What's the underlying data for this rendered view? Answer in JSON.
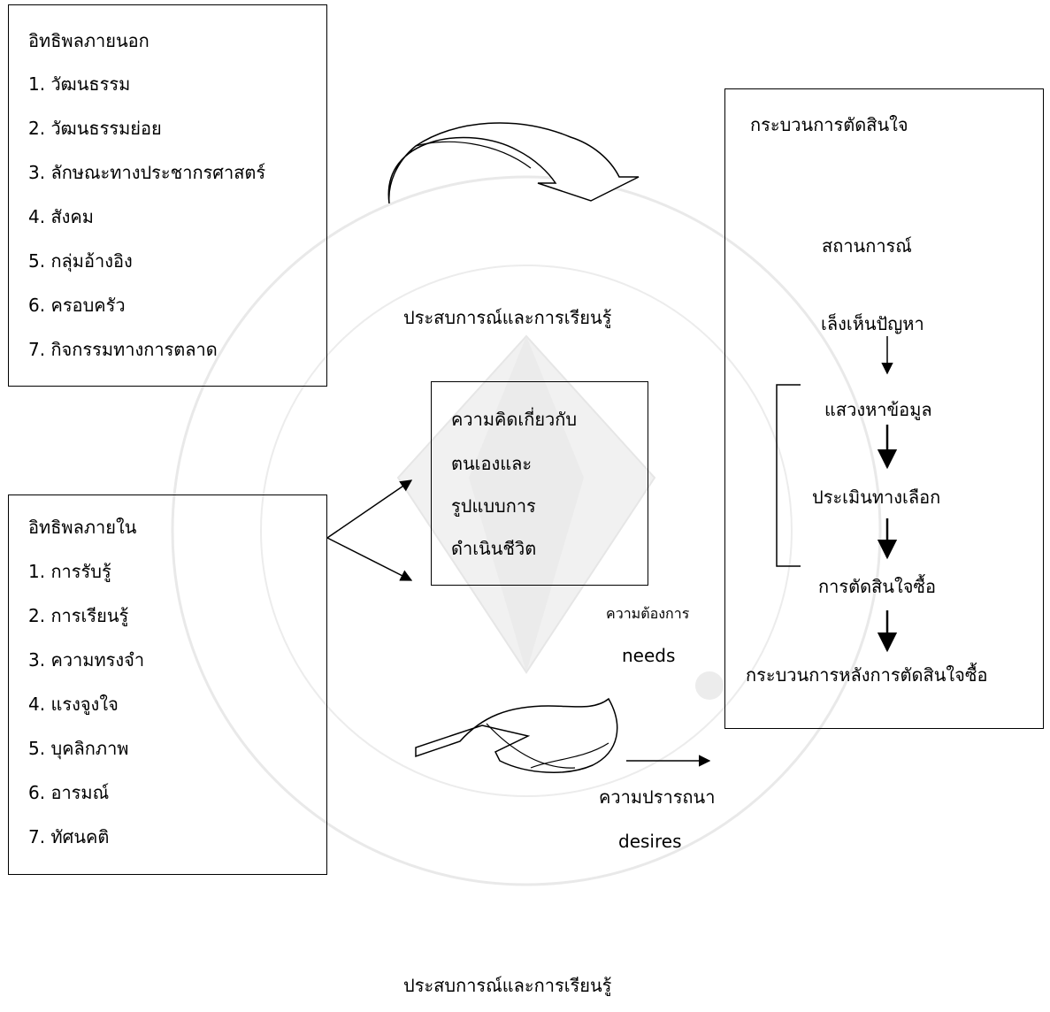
{
  "external": {
    "title": "อิทธิพลภายนอก",
    "items": [
      "1.  วัฒนธรรม",
      "2.  วัฒนธรรมย่อย",
      "3.  ลักษณะทางประชากรศาสตร์",
      "4.  สังคม",
      "5.  กลุ่มอ้างอิง",
      "6.  ครอบครัว",
      "7.  กิจกรรมทางการตลาด"
    ]
  },
  "internal": {
    "title": "อิทธิพลภายใน",
    "items": [
      "1.  การรับรู้",
      "2.  การเรียนรู้",
      "3.  ความทรงจำ",
      "4.  แรงจูงใจ",
      "5.  บุคลิกภาพ",
      "6.  อารมณ์",
      "7.  ทัศนคติ"
    ]
  },
  "self_concept": {
    "lines": [
      "ความคิดเกี่ยวกับ",
      "ตนเองและ",
      "รูปแบบการ",
      "ดำเนินชีวิต"
    ]
  },
  "decision": {
    "title": "กระบวนการตัดสินใจ",
    "situation": "สถานการณ์",
    "steps": [
      "เล็งเห็นปัญหา",
      "แสวงหาข้อมูล",
      "ประเมินทางเลือก",
      "การตัดสินใจซื้อ",
      "กระบวนการหลังการตัดสินใจซื้อ"
    ]
  },
  "experience_top": "ประสบการณ์และการเรียนรู้",
  "experience_bottom": "ประสบการณ์และการเรียนรู้",
  "needs": {
    "thai": "ความต้องการ",
    "english": "needs"
  },
  "desires": {
    "thai": "ความปรารถนา",
    "english": "desires"
  }
}
